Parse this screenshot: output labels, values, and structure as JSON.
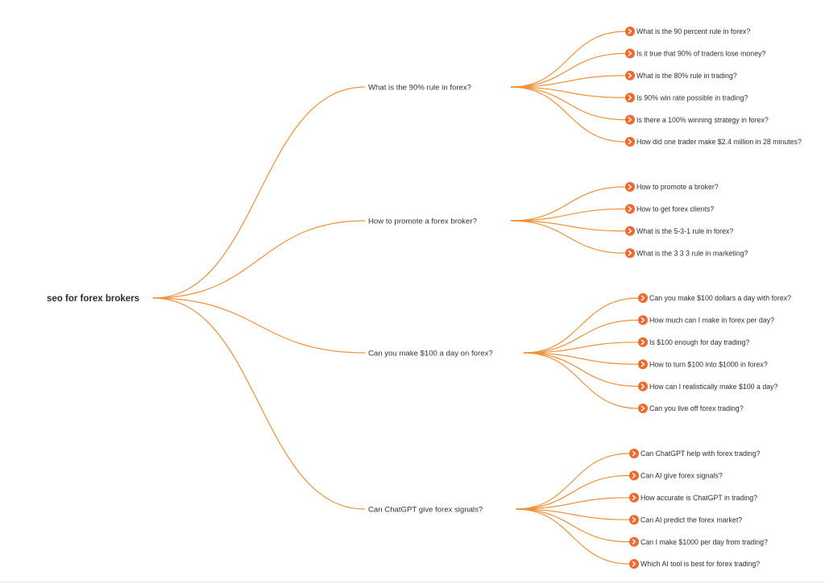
{
  "mindmap": {
    "root": "seo for forex brokers",
    "accent_color": "#f0913a",
    "expand_icon_color": "#ef6a2c",
    "expand_icon": "chevron-right-icon",
    "branches": [
      {
        "label": "What is the 90% rule in forex?",
        "children": [
          "What is the 90 percent rule in forex?",
          "Is it true that 90% of traders lose money?",
          "What is the 80% rule in trading?",
          "Is 90% win rate possible in trading?",
          "Is there a 100% winning strategy in forex?",
          "How did one trader make $2.4 million in 28 minutes?"
        ]
      },
      {
        "label": "How to promote a forex broker?",
        "children": [
          "How to promote a broker?",
          "How to get forex clients?",
          "What is the 5-3-1 rule in forex?",
          "What is the 3 3 3 rule in marketing?"
        ]
      },
      {
        "label": "Can you make $100 a day on forex?",
        "children": [
          "Can you make $100 dollars a day with forex?",
          "How much can I make in forex per day?",
          "Is $100 enough for day trading?",
          "How to turn $100 into $1000 in forex?",
          "How can I realistically make $100 a day?",
          "Can you live off forex trading?"
        ]
      },
      {
        "label": "Can ChatGPT give forex signals?",
        "children": [
          "Can ChatGPT help with forex trading?",
          "Can AI give forex signals?",
          "How accurate is ChatGPT in trading?",
          "Can AI predict the forex market?",
          "Can I make $1000 per day from trading?",
          "Which AI tool is best for forex trading?"
        ]
      }
    ]
  }
}
